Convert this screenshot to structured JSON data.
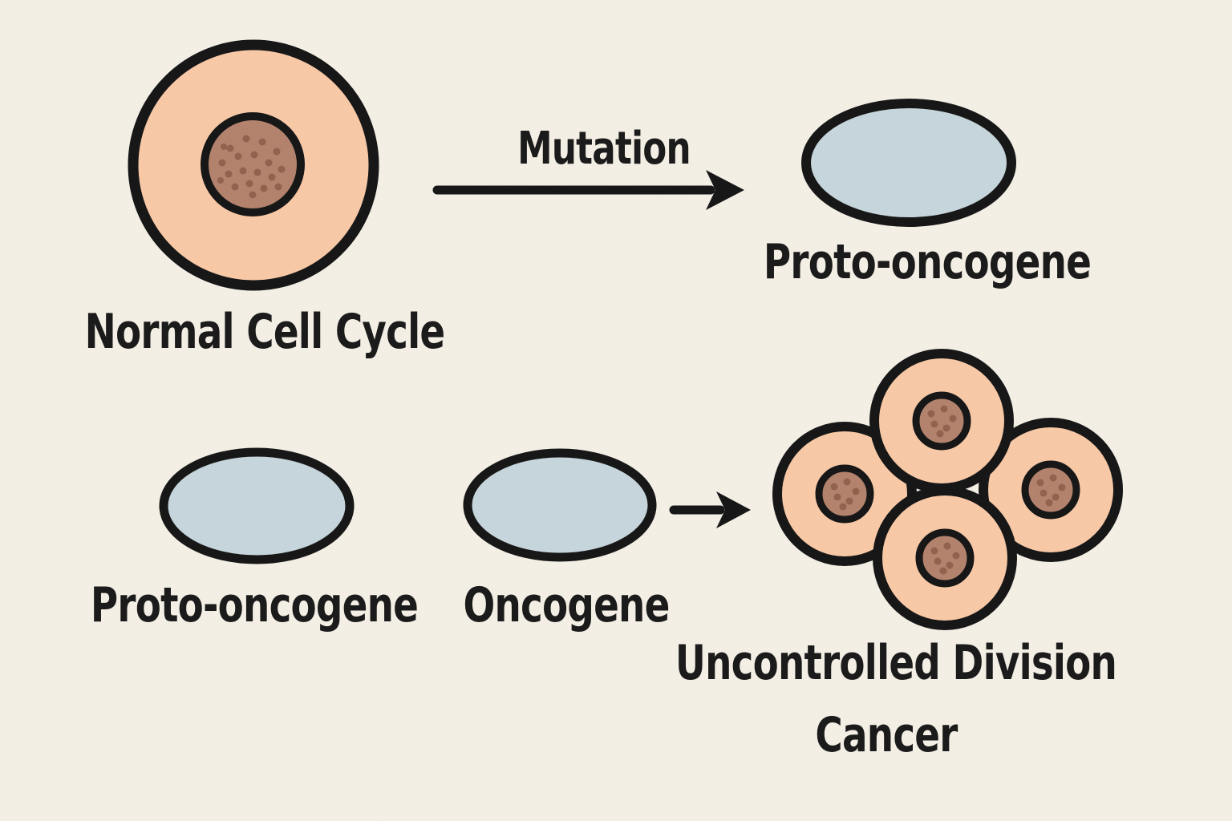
{
  "colors": {
    "background": "#f5f0e6",
    "outline": "#131313",
    "cell_fill": "#f9c9a6",
    "nucleus_fill": "#b3816b",
    "nucleus_dot": "#8a5b47",
    "gene_fill": "#c6d6dc",
    "text": "#1b1b1b"
  },
  "labels": {
    "normal_cell": "Normal Cell Cycle",
    "mutation": "Mutation",
    "proto_oncogene_top": "Proto-oncogene",
    "proto_oncogene_bottom": "Proto-oncogene",
    "oncogene": "Oncogene",
    "uncontrolled_division": "Uncontrolled Division",
    "cancer": "Cancer"
  }
}
